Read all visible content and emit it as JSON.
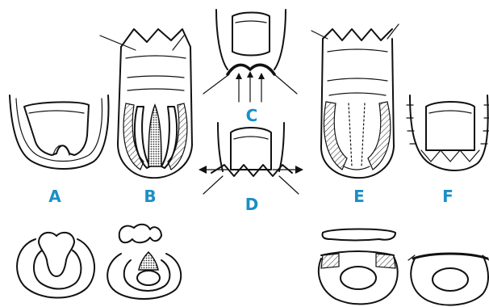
{
  "labels": {
    "a": "A",
    "b": "B",
    "c": "C",
    "d": "D",
    "e": "E",
    "f": "F"
  },
  "colors": {
    "label": "#1b8fc6",
    "ink": "#111111"
  }
}
